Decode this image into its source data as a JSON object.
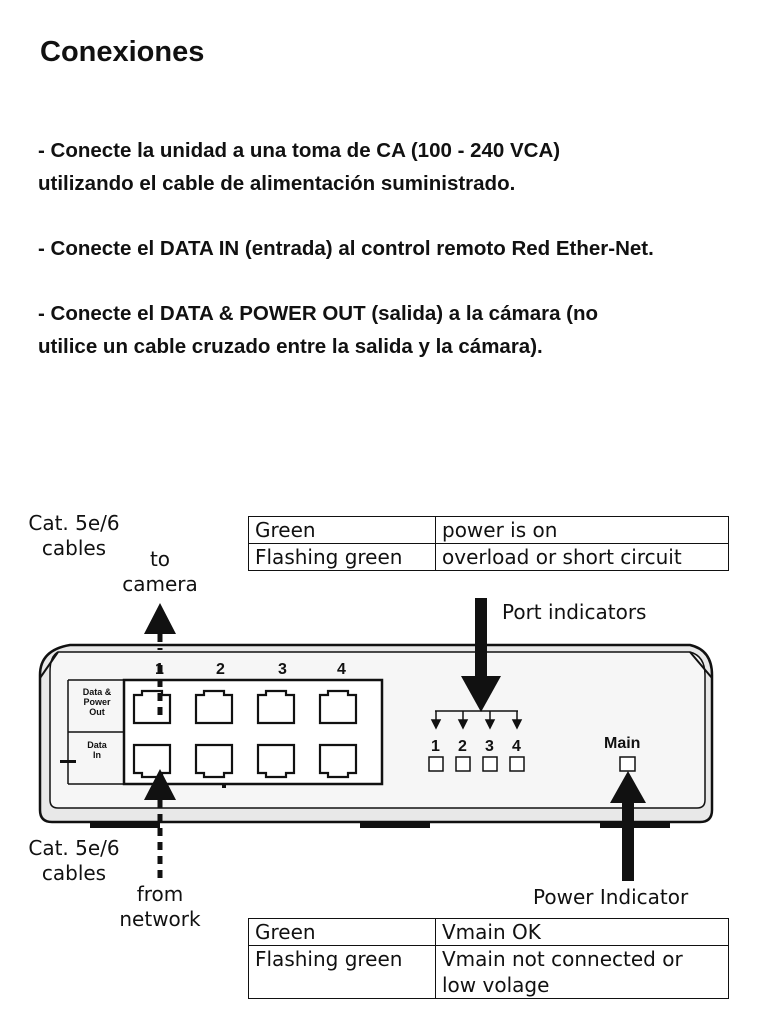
{
  "heading": "Conexiones",
  "instructions": {
    "item1_line1": "- Conecte la unidad a una toma de CA (100 - 240 VCA)",
    "item1_line2": "utilizando el cable de alimentación suministrado.",
    "item2_line1": "- Conecte el DATA IN (entrada) al control remoto Red Ether-Net.",
    "item3_line1": "- Conecte el DATA & POWER OUT (salida) a la cámara (no",
    "item3_line2": "utilice un cable cruzado entre la salida y la cámara)."
  },
  "diagram": {
    "cable_top": "Cat. 5e/6\ncables",
    "to_camera": "to\ncamera",
    "cable_bottom": "Cat. 5e/6\ncables",
    "from_network": "from\nnetwork",
    "port_indicators_label": "Port indicators",
    "power_indicator_label": "Power Indicator",
    "row_label_out": "Data &\nPower\nOut",
    "row_label_in": "Data\nIn",
    "port_numbers": [
      "1",
      "2",
      "3",
      "4"
    ],
    "indicator_numbers": [
      "1",
      "2",
      "3",
      "4"
    ],
    "main_label": "Main"
  },
  "port_table": {
    "rows": [
      {
        "state": "Green",
        "meaning": "power is on"
      },
      {
        "state": "Flashing green",
        "meaning": "overload or short circuit"
      }
    ]
  },
  "power_table": {
    "rows": [
      {
        "state": "Green",
        "meaning": "Vmain OK"
      },
      {
        "state": "Flashing green",
        "meaning": "Vmain not connected or\nlow volage"
      }
    ]
  }
}
